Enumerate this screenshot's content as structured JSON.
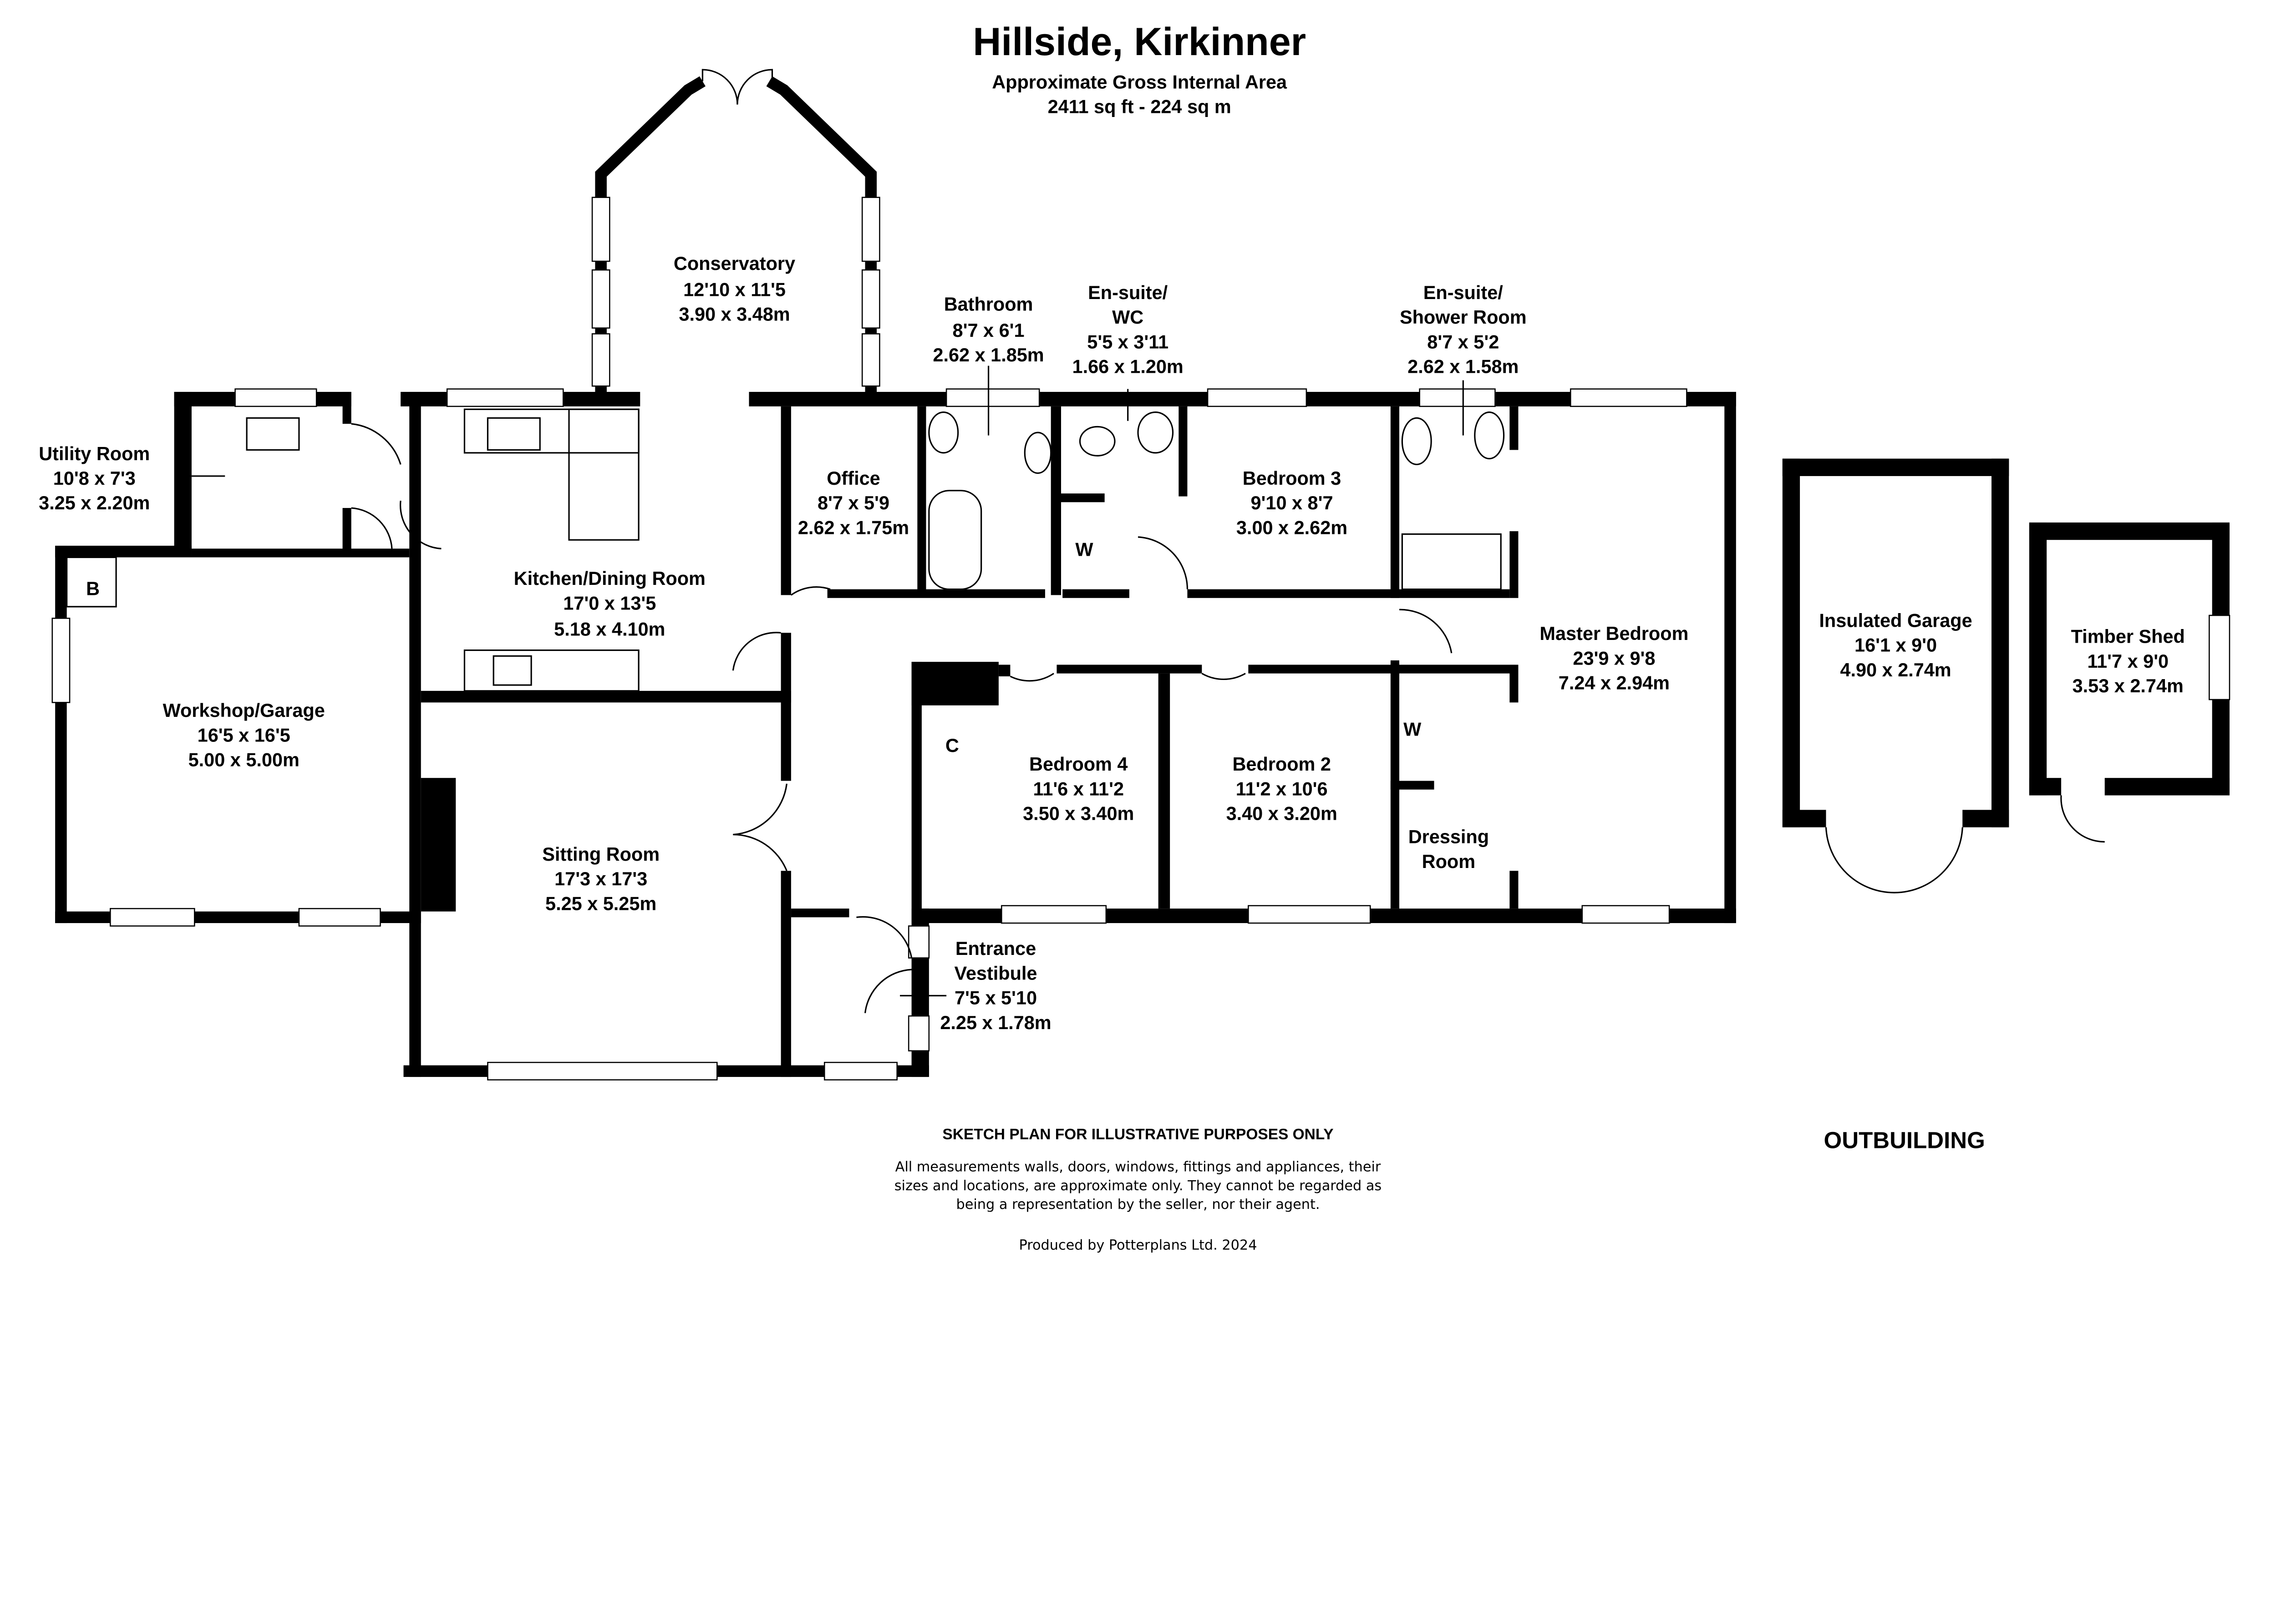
{
  "header": {
    "title": "Hillside, Kirkinner",
    "subtitle": "Approximate Gross Internal Area",
    "area": "2411 sq ft - 224 sq m"
  },
  "rooms": [
    {
      "lines": [
        "Utility Room",
        "10'8 x 7'3",
        "3.25 x 2.20m"
      ]
    },
    {
      "lines": [
        "Conservatory",
        "12'10 x 11'5",
        "3.90 x 3.48m"
      ]
    },
    {
      "lines": [
        "Bathroom",
        "8'7 x 6'1",
        "2.62 x 1.85m"
      ]
    },
    {
      "lines": [
        "En-suite/",
        "WC",
        "5'5 x 3'11",
        "1.66 x 1.20m"
      ]
    },
    {
      "lines": [
        "En-suite/",
        "Shower Room",
        "8'7 x 5'2",
        "2.62 x 1.58m"
      ]
    },
    {
      "lines": [
        "Office",
        "8'7 x 5'9",
        "2.62 x 1.75m"
      ]
    },
    {
      "lines": [
        "Bedroom 3",
        "9'10 x 8'7",
        "3.00 x 2.62m"
      ]
    },
    {
      "lines": [
        "Kitchen/Dining Room",
        "17'0 x 13'5",
        "5.18 x 4.10m"
      ]
    },
    {
      "lines": [
        "Master Bedroom",
        "23'9 x 9'8",
        "7.24 x 2.94m"
      ]
    },
    {
      "lines": [
        "Workshop/Garage",
        "16'5 x 16'5",
        "5.00 x 5.00m"
      ]
    },
    {
      "lines": [
        "Bedroom 4",
        "11'6 x 11'2",
        "3.50 x 3.40m"
      ]
    },
    {
      "lines": [
        "Bedroom 2",
        "11'2 x 10'6",
        "3.40 x 3.20m"
      ]
    },
    {
      "lines": [
        "Dressing",
        "Room"
      ]
    },
    {
      "lines": [
        "Sitting Room",
        "17'3 x 17'3",
        "5.25 x 5.25m"
      ]
    },
    {
      "lines": [
        "Entrance",
        "Vestibule",
        "7'5 x 5'10",
        "2.25 x 1.78m"
      ]
    },
    {
      "lines": [
        "Insulated Garage",
        "16'1 x 9'0",
        "4.90 x 2.74m"
      ]
    },
    {
      "lines": [
        "Timber Shed",
        "11'7 x 9'0",
        "3.53 x 2.74m"
      ]
    }
  ],
  "markers": {
    "boiler": "B",
    "cupboard": "C",
    "wardrobe_1": "W",
    "wardrobe_2": "W"
  },
  "outbuilding_label": "OUTBUILDING",
  "footer": {
    "heading": "SKETCH PLAN FOR ILLUSTRATIVE PURPOSES ONLY",
    "disclaimer": [
      "All measurements walls, doors, windows, fittings and appliances, their",
      "sizes and locations, are approximate only. They cannot be regarded as",
      "being a representation by the seller, nor their agent."
    ],
    "credit": "Produced by Potterplans Ltd. 2024"
  }
}
